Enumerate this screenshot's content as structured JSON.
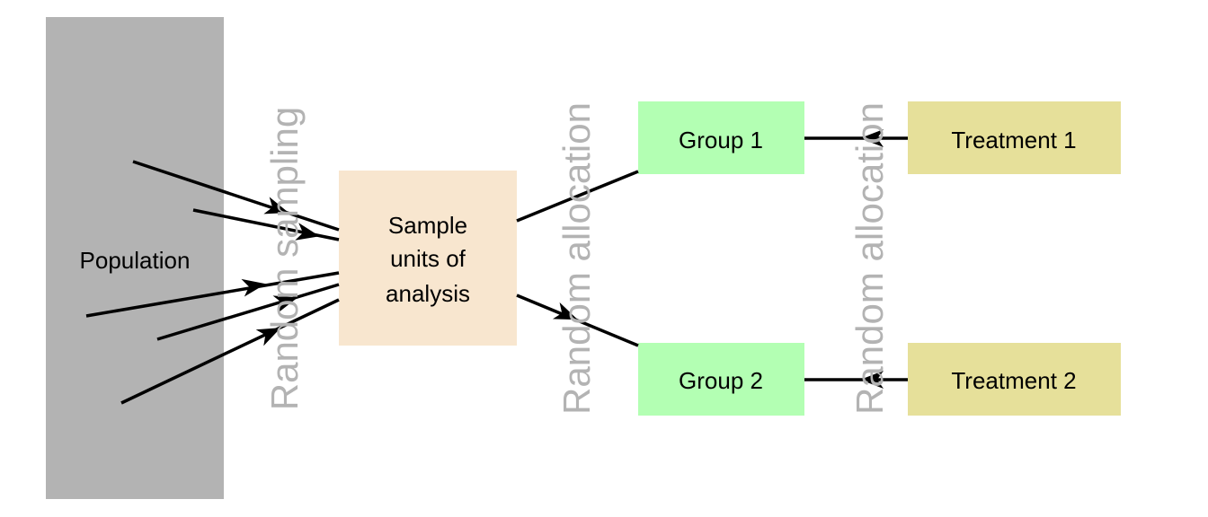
{
  "population": {
    "label": "Population",
    "color": "#b3b3b3"
  },
  "sample": {
    "lines": [
      "Sample",
      "units of",
      "analysis"
    ],
    "color": "#f8e6cf"
  },
  "groups": [
    {
      "label": "Group 1",
      "color": "#b3ffb3"
    },
    {
      "label": "Group 2",
      "color": "#b3ffb3"
    }
  ],
  "treatments": [
    {
      "label": "Treatment 1",
      "color": "#e6e09a"
    },
    {
      "label": "Treatment 2",
      "color": "#e6e09a"
    }
  ],
  "process_labels": {
    "sampling": "Random sampling",
    "allocation_groups": "Random allocation",
    "allocation_treatments": "Random allocation",
    "color": "#b3b3b3"
  }
}
